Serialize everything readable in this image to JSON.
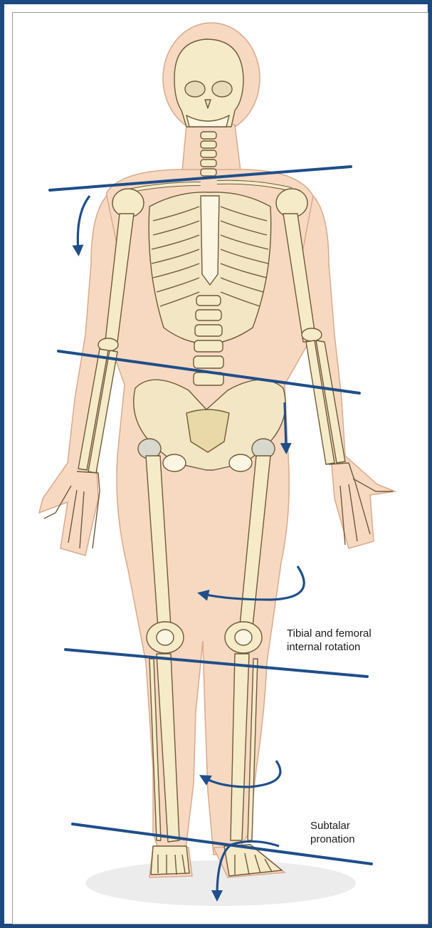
{
  "annotations": {
    "tibial_femoral": {
      "line1": "Tibial and femoral",
      "line2": "internal rotation"
    },
    "subtalar": {
      "line1": "Subtalar",
      "line2": "pronation"
    }
  },
  "colors": {
    "frame": "#1c4a80",
    "reference_line": "#1f4e8a",
    "skin": "#f7d9c2",
    "bone": "#f5ebc8",
    "bone_outline": "#6e5a3a"
  }
}
